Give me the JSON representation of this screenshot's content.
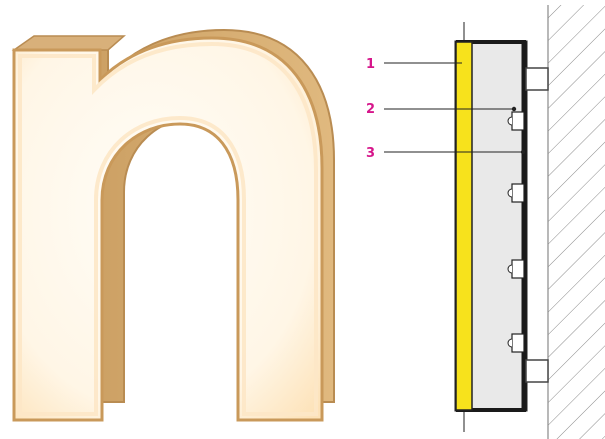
{
  "callouts": [
    {
      "number": "1"
    },
    {
      "number": "2"
    },
    {
      "number": "3"
    }
  ],
  "colors": {
    "callout_text": "#d6168b",
    "letter_face": "#fff9ef",
    "letter_face_glow": "#fde7c6",
    "letter_return": "#cfa56b",
    "letter_return_dark": "#b98c52",
    "acrylic_face": "#f7e21c",
    "housing_outline": "#222222",
    "housing_fill": "#e9e9e9",
    "wall_hatch": "#8a8a8a",
    "led_module": "#ffffff"
  },
  "icons": {
    "letter": "illuminated-letter-n",
    "section": "channel-letter-cross-section",
    "wall": "wall-hatch",
    "led": "led-module"
  }
}
